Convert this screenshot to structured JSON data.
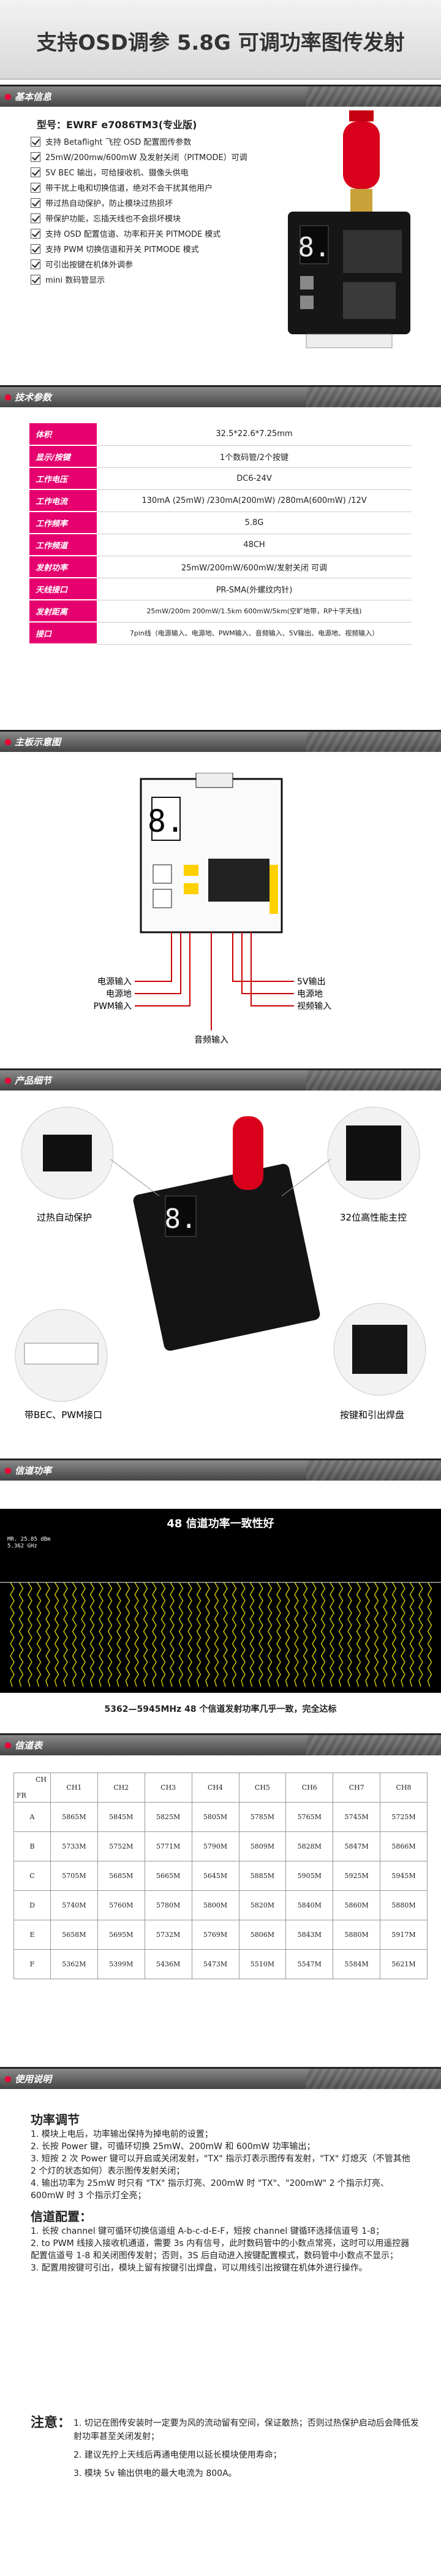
{
  "header": {
    "title": "支持OSD调参 5.8G 可调功率图传发射"
  },
  "sections": {
    "basic": "基本信息",
    "spec": "技术参数",
    "diagram": "主板示意图",
    "detail": "产品细节",
    "power": "信道功率",
    "freq": "信道表",
    "usage": "使用说明"
  },
  "basic": {
    "model_label": "型号：",
    "model_value": "EWRF e7086TM3(专业版)",
    "features": [
      "支持 Betaflight 飞控 OSD 配置图传参数",
      "25mW/200mw/600mW 及发射关闭（PITMODE）可调",
      "5V BEC 输出，可给接收机、摄像头供电",
      "带干扰上电和切换信道，绝对不会干扰其他用户",
      "带过热自动保护，防止模块过热损坏",
      "带保护功能，忘插天线也不会损坏模块",
      "支持 OSD 配置信道、功率和开关 PITMODE 模式",
      "支持 PWM 切换信道和开关 PITMODE 模式",
      "可引出按键在机体外调参",
      "mini 数码管显示"
    ]
  },
  "spec": {
    "rows": [
      {
        "k": "体积",
        "v": "32.5*22.6*7.25mm"
      },
      {
        "k": "显示/按键",
        "v": "1个数码管/2个按键"
      },
      {
        "k": "工作电压",
        "v": "DC6-24V"
      },
      {
        "k": "工作电流",
        "v": "130mA (25mW) /230mA(200mW) /280mA(600mW) /12V"
      },
      {
        "k": "工作频率",
        "v": "5.8G"
      },
      {
        "k": "工作频道",
        "v": "48CH"
      },
      {
        "k": "发射功率",
        "v": "25mW/200mW/600mW/发射关闭 可调"
      },
      {
        "k": "天线接口",
        "v": "PR-SMA(外螺纹内针)"
      },
      {
        "k": "发射距离",
        "v": "25mW/200m 200mW/1.5km 600mW/5km(空旷地带，RP十字天线)"
      },
      {
        "k": "接口",
        "v": "7pin线（电源输入、电源地、PWM输入、音频输入、5V输出、电源地、视频输入）"
      }
    ]
  },
  "diagram": {
    "left_labels": [
      "电源输入",
      "电源地",
      "PWM输入"
    ],
    "bottom_label": "音频输入",
    "right_labels": [
      "5V输出",
      "电源地",
      "视频输入"
    ],
    "digit": "8."
  },
  "detail": {
    "labels": [
      "过热自动保护",
      "32位高性能主控",
      "带BEC、PWM接口",
      "按键和引出焊盘"
    ],
    "digit": "8."
  },
  "power": {
    "title": "48 信道功率一致性好",
    "caption": "5362—5945MHz   48 个信道发射功率几乎一致，完全达标",
    "scope_info": "MR. 25.85 dBm\n5.362 GHz"
  },
  "freq": {
    "corner_ch": "CH",
    "corner_fr": "FR",
    "cols": [
      "CH1",
      "CH2",
      "CH3",
      "CH4",
      "CH5",
      "CH6",
      "CH7",
      "CH8"
    ],
    "rows": [
      {
        "name": "A",
        "vals": [
          "5865M",
          "5845M",
          "5825M",
          "5805M",
          "5785M",
          "5765M",
          "5745M",
          "5725M"
        ]
      },
      {
        "name": "B",
        "vals": [
          "5733M",
          "5752M",
          "5771M",
          "5790M",
          "5809M",
          "5828M",
          "5847M",
          "5866M"
        ]
      },
      {
        "name": "C",
        "vals": [
          "5705M",
          "5685M",
          "5665M",
          "5645M",
          "5885M",
          "5905M",
          "5925M",
          "5945M"
        ]
      },
      {
        "name": "D",
        "vals": [
          "5740M",
          "5760M",
          "5780M",
          "5800M",
          "5820M",
          "5840M",
          "5860M",
          "5880M"
        ]
      },
      {
        "name": "E",
        "vals": [
          "5658M",
          "5695M",
          "5732M",
          "5769M",
          "5806M",
          "5843M",
          "5880M",
          "5917M"
        ]
      },
      {
        "name": "F",
        "vals": [
          "5362M",
          "5399M",
          "5436M",
          "5473M",
          "5510M",
          "5547M",
          "5584M",
          "5621M"
        ]
      }
    ]
  },
  "usage": {
    "power_title": "功率调节",
    "power_items": [
      "1. 模块上电后，功率输出保持为掉电前的设置；",
      "2. 长按 Power 键，可循环切换 25mW、200mW 和 600mW 功率输出；",
      "3. 短按 2 次 Power 键可以开启或关闭发射，\"TX\" 指示灯表示图传有发射，\"TX\" 灯熄灭（不管其他 2 个灯的状态如何）表示图传发射关闭；",
      "4. 输出功率为 25mW 时只有 \"TX\" 指示灯亮、200mW 时 \"TX\"、\"200mW\" 2 个指示灯亮、600mW 时 3 个指示灯全亮；"
    ],
    "ch_title": "信道配置：",
    "ch_items": [
      "1. 长按 channel 键可循环切换信道组 A-b-c-d-E-F，短按 channel 键循环选择信道号 1-8；",
      "2. to PWM 线接入接收机通道，需要 3s 内有信号，此时数码管中的小数点常亮，这时可以用遥控器配置信道号 1-8 和关闭图传发射；否则，3S 后自动进入按键配置模式，数码管中小数点不显示；",
      "3. 配置用按键可引出，模块上留有按键引出焊盘，可以用线引出按键在机体外进行操作。"
    ],
    "note_label": "注意：",
    "notes": [
      "1. 切记在图传安装时一定要为风的流动留有空间，保证散热；否则过热保护启动后会降低发射功率甚至关闭发射；",
      "2. 建议先拧上天线后再通电使用以延长模块使用寿命；",
      "3. 模块 5v 输出供电的最大电流为 800A。"
    ]
  }
}
